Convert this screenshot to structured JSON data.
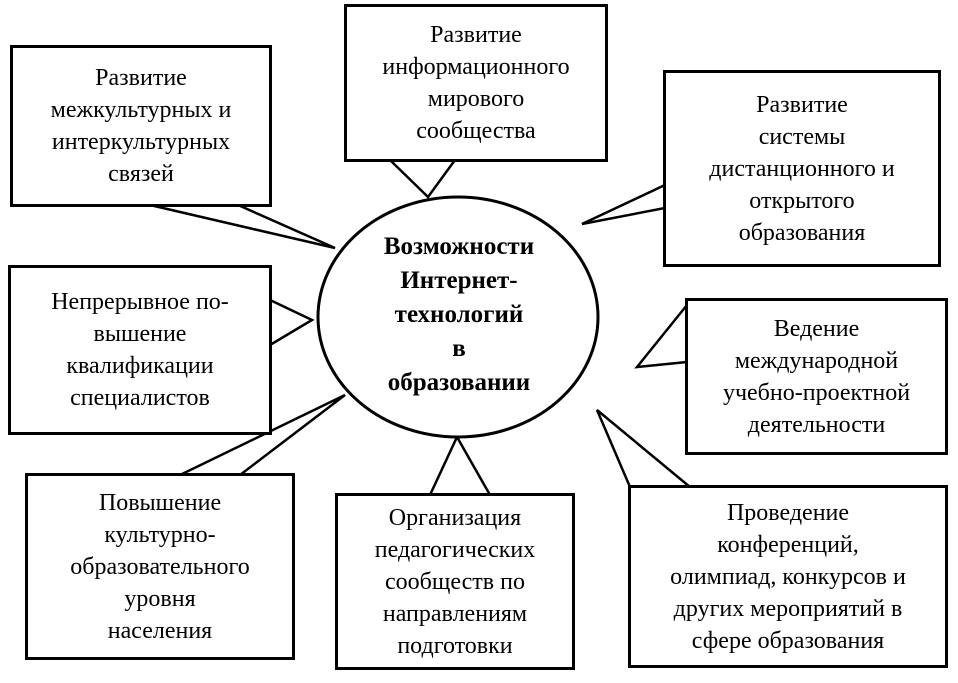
{
  "center": {
    "lines": [
      "Возможности",
      "Интернет-",
      "технологий",
      "в",
      "образовании"
    ]
  },
  "boxes": {
    "intercultural": {
      "lines": [
        "Развитие",
        "межкультурных и",
        "интеркультурных",
        "связей"
      ]
    },
    "info_society": {
      "lines": [
        "Развитие",
        "информационного",
        "мирового",
        "сообщества"
      ]
    },
    "distance_ed": {
      "lines": [
        "Развитие",
        "системы",
        "дистанционного и",
        "открытого",
        "образования"
      ]
    },
    "qualification": {
      "lines": [
        "Непрерывное по-",
        "вышение",
        "квалификации",
        "специалистов"
      ]
    },
    "intl_projects": {
      "lines": [
        "Ведение",
        "международной",
        "учебно-проектной",
        "деятельности"
      ]
    },
    "culture_level": {
      "lines": [
        "Повышение",
        "культурно-",
        "образовательного",
        "уровня",
        "населения"
      ]
    },
    "ped_communities": {
      "lines": [
        "Организация",
        "педагогических",
        "сообществ по",
        "направлениям",
        "подготовки"
      ]
    },
    "conferences": {
      "lines": [
        "Проведение",
        "конференций,",
        "олимпиад, конкурсов и",
        "других мероприятий в",
        "сфере образования"
      ]
    }
  }
}
